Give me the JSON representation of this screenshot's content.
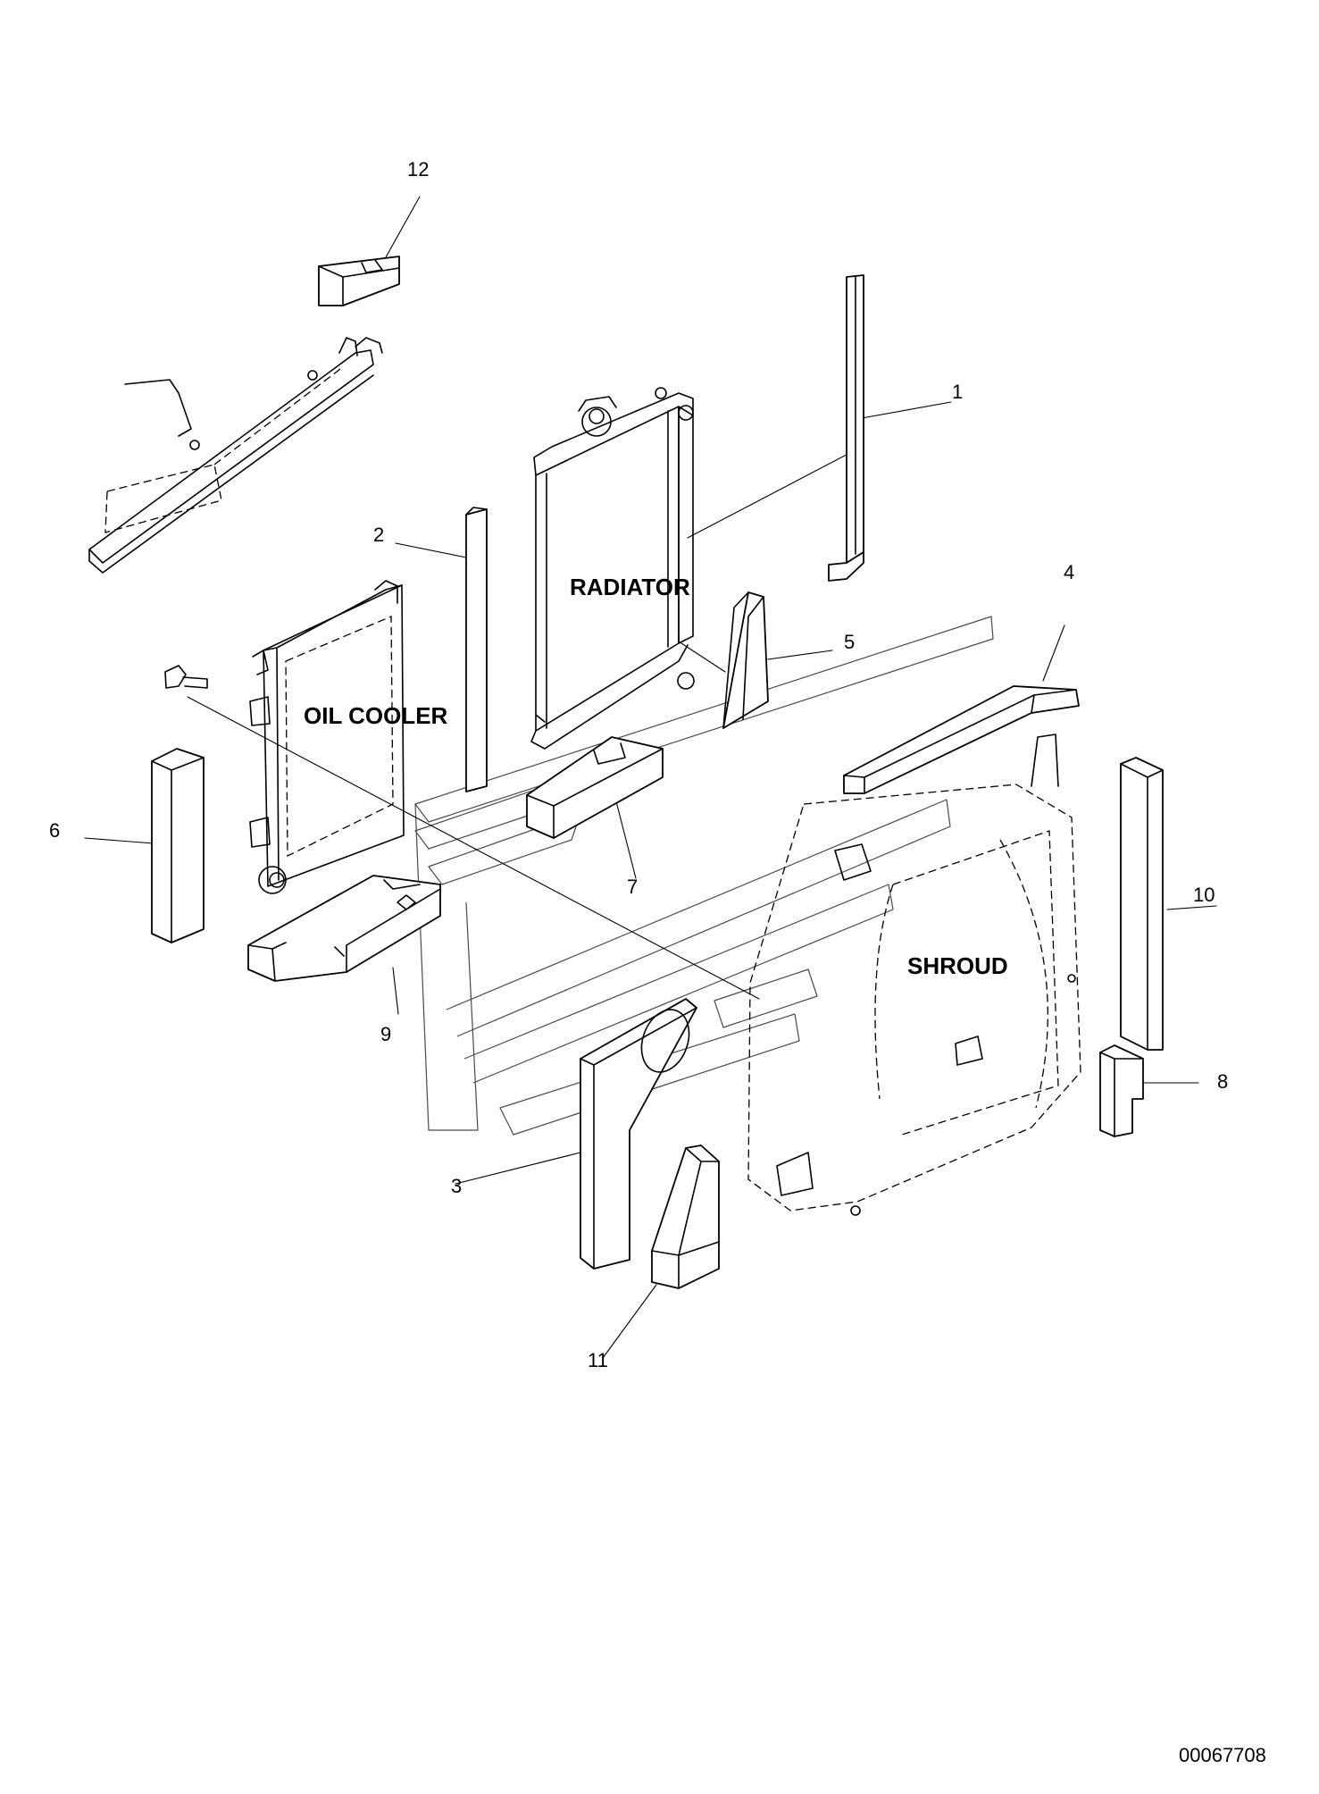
{
  "callouts": {
    "c1": "1",
    "c2": "2",
    "c3": "3",
    "c4": "4",
    "c5": "5",
    "c6": "6",
    "c7": "7",
    "c8": "8",
    "c9": "9",
    "c10": "10",
    "c11": "11",
    "c12": "12"
  },
  "labels": {
    "radiator": "RADIATOR",
    "oil_cooler": "OIL COOLER",
    "shroud": "SHROUD"
  },
  "drawing_number": "00067708"
}
